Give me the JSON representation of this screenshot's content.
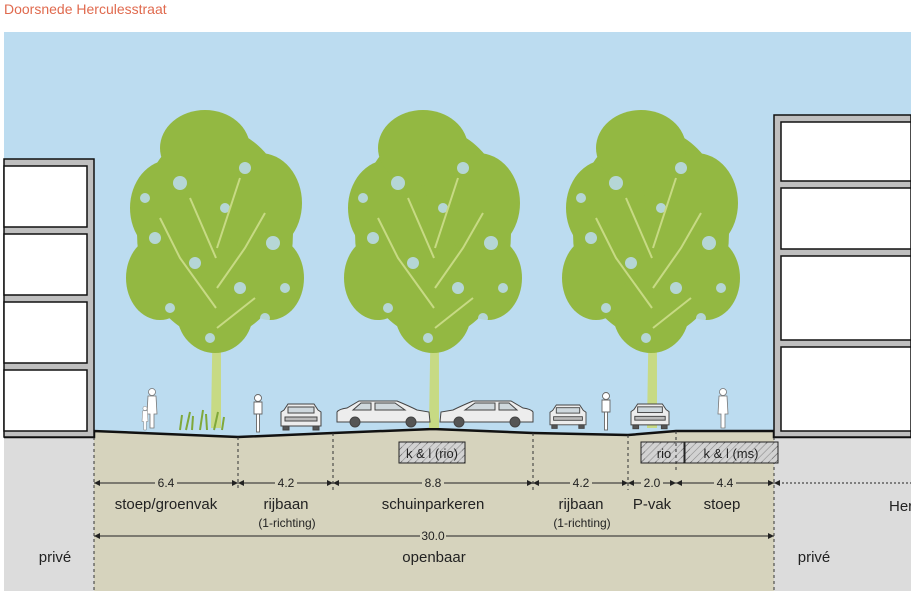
{
  "title": "Doorsnede Herculesstraat",
  "colors": {
    "sky": "#bcdcf0",
    "ground": "#d6d3bd",
    "ground_private": "#dcdcdc",
    "tree_foliage": "#93b842",
    "tree_trunk": "#c7da84",
    "title": "#e06a4e"
  },
  "segments": [
    {
      "width": "6.4",
      "name": "stoep/groenvak",
      "sub": ""
    },
    {
      "width": "4.2",
      "name": "rijbaan",
      "sub": "(1-richting)"
    },
    {
      "width": "8.8",
      "name": "schuinparkeren",
      "sub": ""
    },
    {
      "width": "4.2",
      "name": "rijbaan",
      "sub": "(1-richting)"
    },
    {
      "width": "2.0",
      "name": "P-vak",
      "sub": ""
    },
    {
      "width": "4.4",
      "name": "stoep",
      "sub": ""
    }
  ],
  "total": {
    "width": "30.0",
    "name": "openbaar"
  },
  "zones": {
    "left": "privé",
    "right": "privé",
    "right_partial": "Her"
  },
  "cables": {
    "left": "k & l (rio)",
    "mid": "rio",
    "right": "k & l (ms)"
  }
}
